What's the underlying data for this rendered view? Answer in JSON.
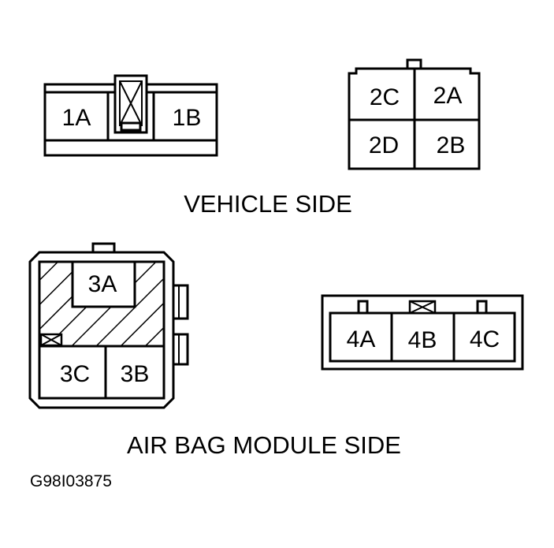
{
  "connector1": {
    "pins": [
      "1A",
      "1B"
    ]
  },
  "connector2": {
    "pins": [
      "2C",
      "2A",
      "2D",
      "2B"
    ]
  },
  "vehicle_side_label": "VEHICLE SIDE",
  "connector3": {
    "pins": [
      "3A",
      "3C",
      "3B"
    ]
  },
  "connector4": {
    "pins": [
      "4A",
      "4B",
      "4C"
    ]
  },
  "airbag_module_side_label": "AIR BAG MODULE SIDE",
  "figure_code": "G98I03875",
  "colors": {
    "line": "#000000",
    "background": "#ffffff"
  }
}
